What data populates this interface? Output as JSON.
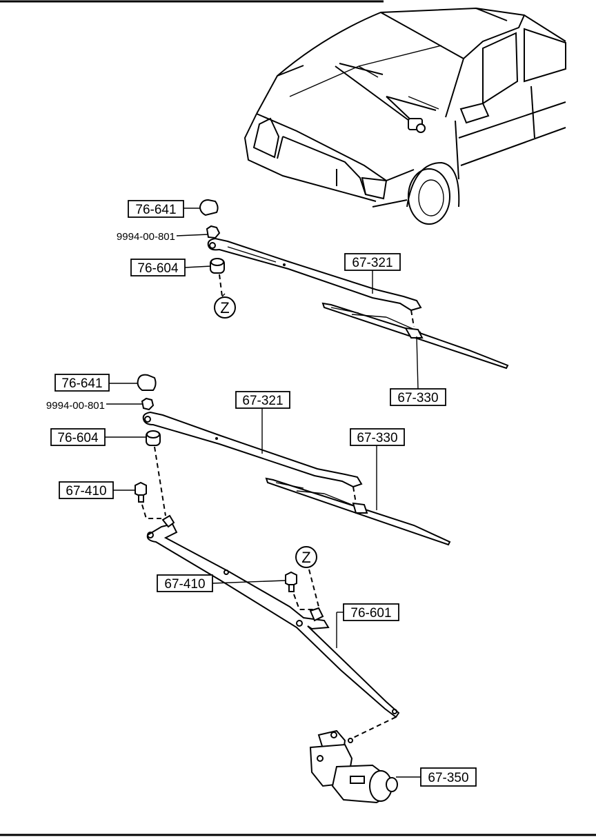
{
  "diagram": {
    "callouts": {
      "upper_cap": "76-641",
      "upper_nut": "9994-00-801",
      "upper_bushing": "76-604",
      "upper_arm": "67-321",
      "upper_blade": "67-330",
      "lower_cap": "76-641",
      "lower_nut": "9994-00-801",
      "lower_bushing": "76-604",
      "lower_arm": "67-321",
      "lower_blade": "67-330",
      "bolt_left": "67-410",
      "bolt_right": "67-410",
      "linkage": "76-601",
      "motor": "67-350"
    },
    "reference_marks": {
      "upper": "Z",
      "lower": "Z"
    }
  }
}
